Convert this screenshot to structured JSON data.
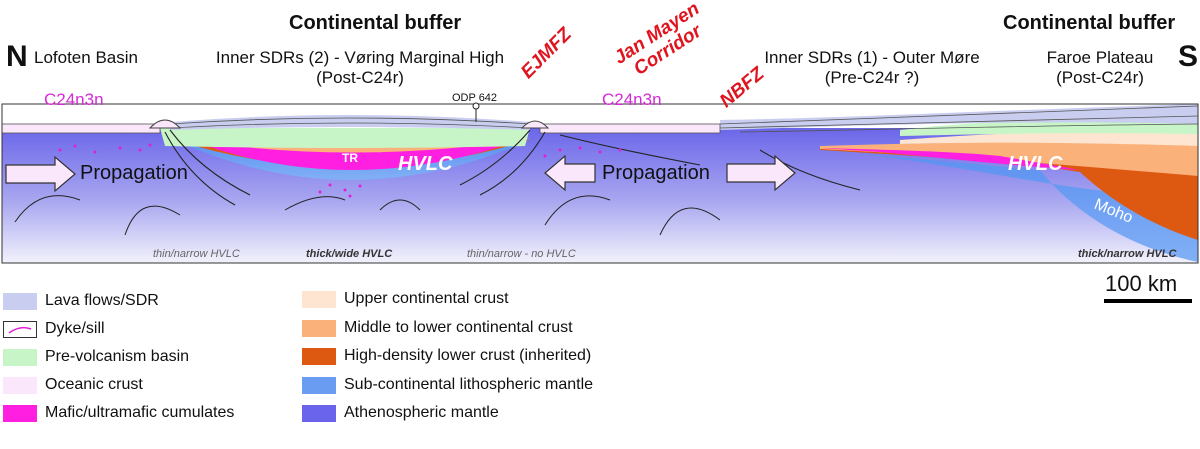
{
  "titles": {
    "left": "Continental buffer",
    "right": "Continental buffer"
  },
  "directions": {
    "north": "N",
    "south": "S"
  },
  "top_labels": {
    "lofoten": "Lofoten Basin",
    "inner2_line1": "Inner SDRs (2)  - Vøring Marginal High",
    "inner2_line2": "(Post-C24r)",
    "inner1_line1": "Inner SDRs (1)  - Outer Møre",
    "inner1_line2": "(Pre-C24r ?)",
    "faroe_line1": "Faroe Plateau",
    "faroe_line2": "(Post-C24r)",
    "odp": "ODP 642"
  },
  "chron_labels": {
    "left": "C24n3n",
    "middle": "C24n3n"
  },
  "fault_zones": {
    "ejmfz": "EJMFZ",
    "jan_mayen_1": "Jan Mayen",
    "jan_mayen_2": "Corridor",
    "nbfz": "NBFZ"
  },
  "section_labels": {
    "propagation_left": "Propagation",
    "propagation_right": "Propagation",
    "hvlc_center": "HVLC",
    "hvlc_right": "HVLC",
    "tr": "TR",
    "moho": "Moho"
  },
  "bottom_notes": {
    "n1": "thin/narrow HVLC",
    "n2": "thick/wide HVLC",
    "n3": "thin/narrow - no HVLC",
    "n4": "thick/narrow HVLC"
  },
  "scale": {
    "label": "100 km"
  },
  "legend": {
    "left": [
      {
        "label": "Lava flows/SDR",
        "color": "#c9cdf0"
      },
      {
        "label": "Dyke/sill",
        "color": "#ffffff",
        "icon": "dyke-sill-icon"
      },
      {
        "label": "Pre-volcanism basin",
        "color": "#c8f5c8"
      },
      {
        "label": "Oceanic crust",
        "color": "#fbe7fb"
      },
      {
        "label": "Mafic/ultramafic cumulates",
        "color": "#ff1fe0"
      }
    ],
    "right": [
      {
        "label": "Upper continental crust",
        "color": "#fde5d2"
      },
      {
        "label": "Middle to lower continental crust",
        "color": "#fbb27a"
      },
      {
        "label": "High-density lower crust (inherited)",
        "color": "#dd5810"
      },
      {
        "label": "Sub-continental lithospheric mantle",
        "color": "#6a9df2"
      },
      {
        "label": "Athenospheric mantle",
        "color": "#6a64ec"
      }
    ]
  }
}
